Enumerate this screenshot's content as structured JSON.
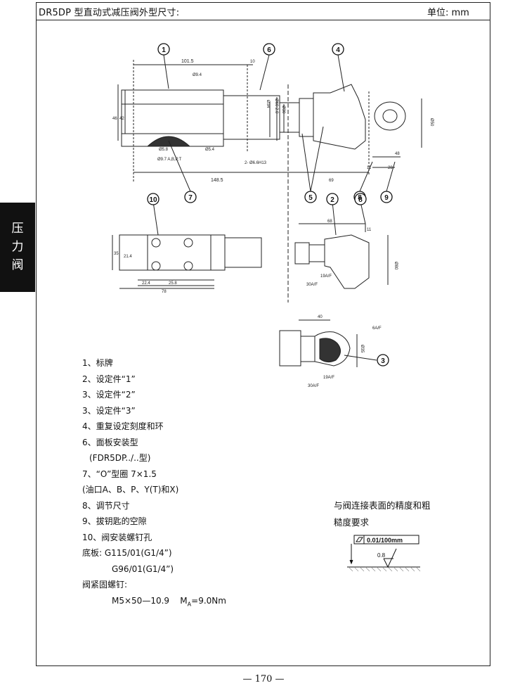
{
  "header": {
    "title": "DR5DP 型直动式减压阀外型尺寸:",
    "unit": "单位: mm"
  },
  "side_tab": {
    "chars": [
      "压",
      "力",
      "阀"
    ]
  },
  "legend": {
    "items": [
      "1、标牌",
      "2、设定件“1”",
      "3、设定件“2”",
      "3、设定件“3”",
      "4、重复设定刻度和环",
      "6、面板安装型",
      "(FDR5DP../..型)",
      "7、“O”型圈 7×1.5",
      "(油口A、B、P、Y(T)和X)",
      "8、调节尺寸",
      "9、拔钥匙的空隙",
      "10、阀安装螺钉孔",
      "底板: G115/01(G1/4”)",
      "G96/01(G1/4”)",
      "阀紧固螺钉:"
    ],
    "screw_spec": "M5×50—10.9",
    "torque_label": "M",
    "torque_sub": "A",
    "torque_value": "=9.0Nm"
  },
  "roughness": {
    "line1": "与阀连接表面的精度和粗",
    "line2": "糙度要求",
    "flatness": "0.01/100mm",
    "ra": "0.8"
  },
  "drawing": {
    "callouts": [
      "1",
      "6",
      "4",
      "7",
      "5",
      "8",
      "9",
      "10",
      "2",
      "8",
      "3"
    ],
    "dims": {
      "d101_5": "101.5",
      "d10": "10",
      "d9_4": "Ø9.4",
      "d46": "46",
      "d42": "42",
      "d34": "Ø34",
      "d60_2": "Ø60 2.0",
      "d30": "Ø30",
      "d50": "Ø50",
      "d5_8": "Ø5.8",
      "d5_4": "Ø5.4",
      "d9_7": "Ø9.7 A,B,P,T",
      "d6_6": "2- Ø6.6H13",
      "d148_5": "148.5",
      "d69": "69",
      "d48": "48",
      "d11": "11",
      "d28": "28",
      "d68": "68",
      "d35": "35",
      "d21_4": "21.4",
      "d22_4": "22.4",
      "d25_8": "25.8",
      "d78": "78",
      "d19af": "19A/F",
      "d30af": "30A/F",
      "d80": "Ø80",
      "d40": "40",
      "d6af": "6A/F",
      "d35b": "Ø35",
      "d19af2": "19A/F",
      "d30af2": "30A/F"
    }
  },
  "page_number": "— 170 —"
}
